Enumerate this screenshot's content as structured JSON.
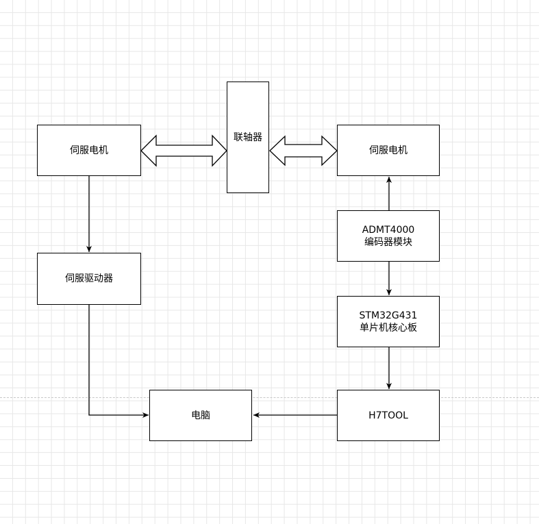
{
  "nodes": {
    "servo_motor_left": {
      "label": "伺服电机"
    },
    "coupling": {
      "label": "联轴器"
    },
    "servo_motor_right": {
      "label": "伺服电机"
    },
    "servo_driver": {
      "label": "伺服驱动器"
    },
    "encoder_module": {
      "line1": "ADMT4000",
      "line2": "编码器模块"
    },
    "mcu_board": {
      "line1": "STM32G431",
      "line2": "单片机核心板"
    },
    "h7tool": {
      "label": "H7TOOL"
    },
    "computer": {
      "label": "电脑"
    }
  }
}
